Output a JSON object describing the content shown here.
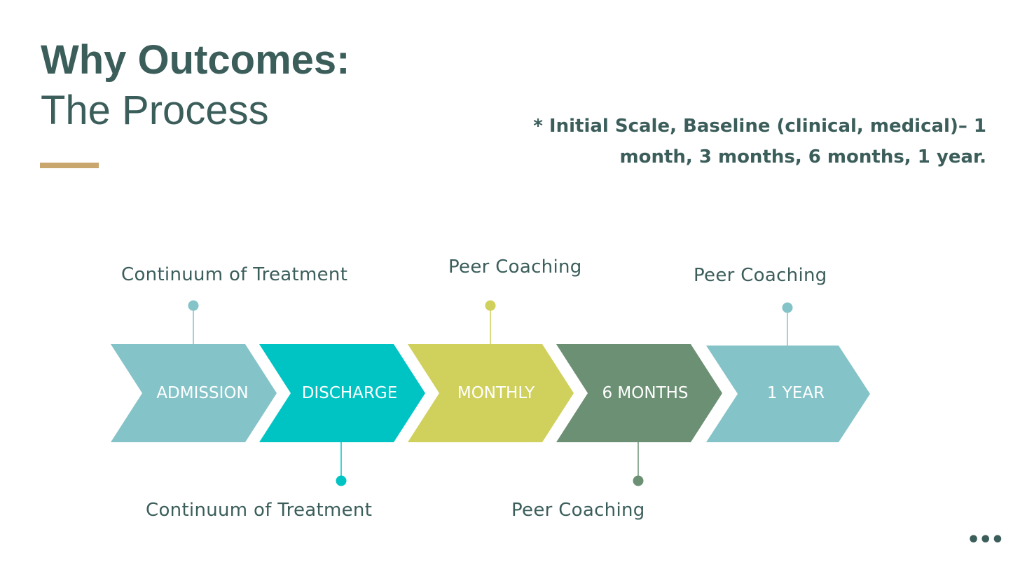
{
  "title": {
    "line1": "Why Outcomes:",
    "line2": "The Process"
  },
  "note": "* Initial Scale, Baseline (clinical, medical)– 1 month, 3 months, 6 months, 1 year.",
  "stages": [
    {
      "label": "ADMISSION",
      "color": "#84c3c8"
    },
    {
      "label": "DISCHARGE",
      "color": "#00c4c4"
    },
    {
      "label": "MONTHLY",
      "color": "#d0d05c"
    },
    {
      "label": "6 MONTHS",
      "color": "#6c9074"
    },
    {
      "label": "1 YEAR",
      "color": "#84c3c8"
    }
  ],
  "callouts": [
    {
      "text": "Continuum of Treatment",
      "stage": "ADMISSION",
      "position": "above",
      "color": "#84c3c8"
    },
    {
      "text": "Continuum of Treatment",
      "stage": "DISCHARGE",
      "position": "below",
      "color": "#00c4c4"
    },
    {
      "text": "Peer Coaching",
      "stage": "MONTHLY",
      "position": "above",
      "color": "#d0d05c"
    },
    {
      "text": "Peer Coaching",
      "stage": "6 MONTHS",
      "position": "below",
      "color": "#6c9074"
    },
    {
      "text": "Peer Coaching",
      "stage": "1 YEAR",
      "position": "above",
      "color": "#84c3c8"
    }
  ],
  "colors": {
    "heading": "#3b5e5b",
    "accent_bar": "#c9a66e"
  },
  "more_icon": "more-horizontal-icon"
}
